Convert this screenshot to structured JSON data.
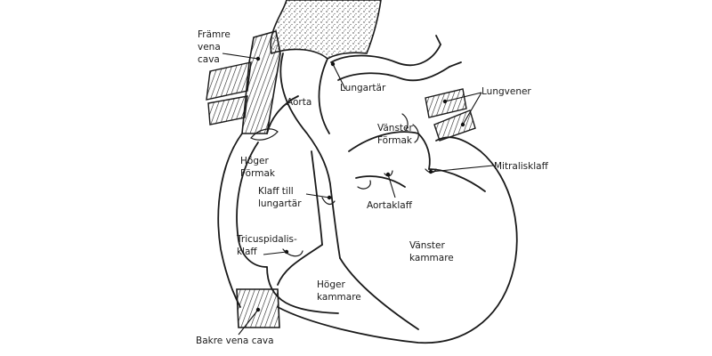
{
  "labels": {
    "framre_vena_cava": [
      "Främre",
      "vena",
      "cava"
    ],
    "aorta": "Aorta",
    "lungartar": "Lungartär",
    "lungvener": "Lungvener",
    "vanster_formak": [
      "Vänster",
      "Förmak"
    ],
    "hoger_formak": [
      "Höger",
      "Förmak"
    ],
    "mitraliskaff": "Mitralisklaff",
    "klaff_till_lungartar": [
      "Klaff till",
      "lungartär"
    ],
    "aortaklaff": "Aortaklaff",
    "tricuspidalis_klaff": [
      "Tricuspidalis-",
      "klaff"
    ],
    "vanster_kammare": [
      "Vänster",
      "kammare"
    ],
    "hoger_kammare": [
      "Höger",
      "kammare"
    ],
    "bakre_vena_cava": "Bakre vena cava"
  }
}
